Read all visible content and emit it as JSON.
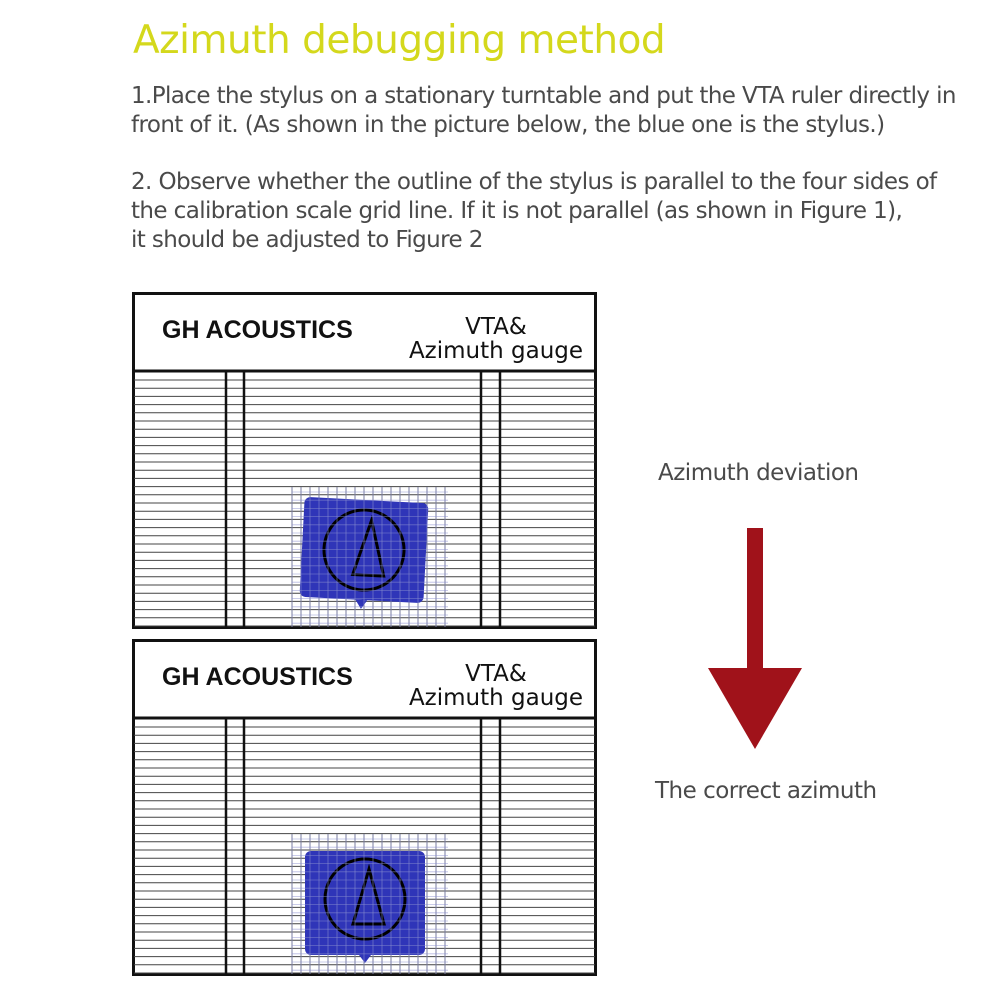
{
  "title": "Azimuth debugging method",
  "steps": [
    {
      "lines": [
        "1.Place the stylus on a stationary turntable and put the VTA ruler directly in",
        "front of it. (As shown in the picture below, the blue one is the stylus.)"
      ]
    },
    {
      "lines": [
        "2. Observe whether the outline of the stylus is parallel to the four sides of",
        "the calibration scale grid line. If it is not parallel (as shown in Figure 1),",
        "it should be adjusted to Figure 2"
      ]
    }
  ],
  "gauges": [
    {
      "brand": "GH ACOUSTICS",
      "label_line1": "VTA&",
      "label_line2": "Azimuth gauge",
      "stylus_tilt_deg": 3
    },
    {
      "brand": "GH ACOUSTICS",
      "label_line1": "VTA&",
      "label_line2": "Azimuth gauge",
      "stylus_tilt_deg": 0
    }
  ],
  "labels": {
    "deviation": "Azimuth deviation",
    "correct": "The correct azimuth"
  },
  "colors": {
    "title": "#d4d81c",
    "stylus": "#2f35b8",
    "arrow": "#a0121a",
    "text": "#4a4a4a"
  }
}
